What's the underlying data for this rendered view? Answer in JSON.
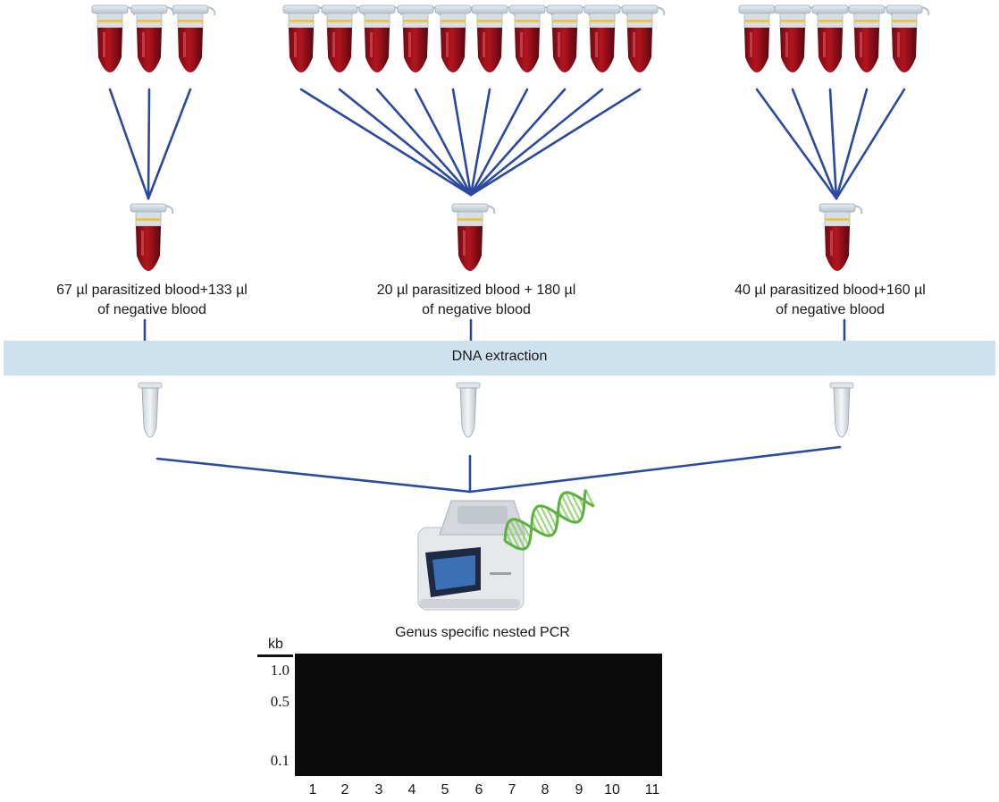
{
  "groups": [
    {
      "source_tubes": 3,
      "caption_line1": "67 µl parasitized blood+133 µl",
      "caption_line2": "of negative blood"
    },
    {
      "source_tubes": 10,
      "caption_line1": "20 µl parasitized blood + 180 µl",
      "caption_line2": "of negative blood"
    },
    {
      "source_tubes": 5,
      "caption_line1": "40 µl parasitized blood+160 µl",
      "caption_line2": "of negative blood"
    }
  ],
  "extraction_label": "DNA extraction",
  "gel": {
    "title": "Genus specific nested PCR",
    "unit_label": "kb",
    "size_ticks": [
      "1.0",
      "0.5",
      "0.1"
    ],
    "lanes": [
      "1",
      "2",
      "3",
      "4",
      "5",
      "6",
      "7",
      "8",
      "9",
      "10",
      "11"
    ]
  },
  "colors": {
    "connector": "#2b4a9e",
    "band": "#cde2ee",
    "blood": "#a0121c"
  },
  "icons": [
    "blood-tube-icon",
    "dna-tube-icon",
    "thermal-cycler-icon",
    "dna-helix-icon"
  ]
}
